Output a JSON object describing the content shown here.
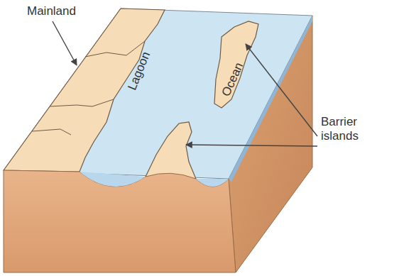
{
  "diagram": {
    "labels": [
      "Mainland",
      "Lagoon",
      "Ocean",
      "Barrier islands"
    ]
  }
}
